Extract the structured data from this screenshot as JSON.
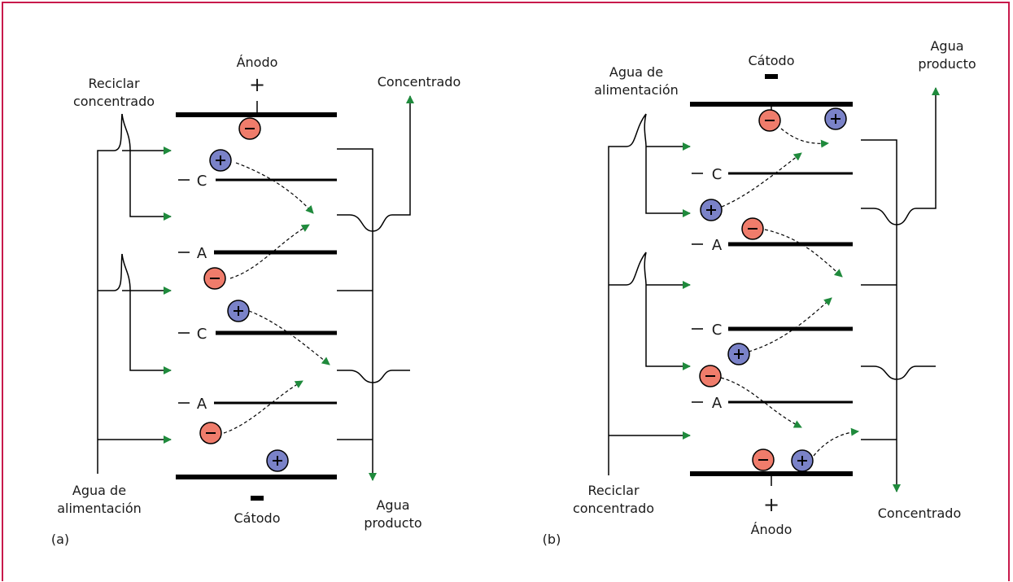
{
  "colors": {
    "frame": "#c8194b",
    "arrow_fill": "#1f8a3c",
    "cation_fill": "#7a82c8",
    "anion_fill": "#ef7c6b"
  },
  "icons": {
    "cation": "plus-circle-icon",
    "anion": "minus-circle-icon",
    "flow": "triangle-arrow-icon"
  },
  "panel_a": {
    "tag": "(a)",
    "top_electrode": "Ánodo",
    "top_sign": "+",
    "bottom_electrode": "Cátodo",
    "left_top": [
      "Reciclar",
      "concentrado"
    ],
    "left_bottom": [
      "Agua de",
      "alimentación"
    ],
    "right_top": "Concentrado",
    "right_bottom": [
      "Agua",
      "producto"
    ],
    "membranes": [
      "C",
      "A",
      "C",
      "A"
    ]
  },
  "panel_b": {
    "tag": "(b)",
    "top_electrode": "Cátodo",
    "bottom_electrode": "Ánodo",
    "bottom_sign": "+",
    "left_top": [
      "Agua de",
      "alimentación"
    ],
    "left_bottom": [
      "Reciclar",
      "concentrado"
    ],
    "right_top": [
      "Agua",
      "producto"
    ],
    "right_bottom": "Concentrado",
    "membranes": [
      "C",
      "A",
      "C",
      "A"
    ]
  }
}
